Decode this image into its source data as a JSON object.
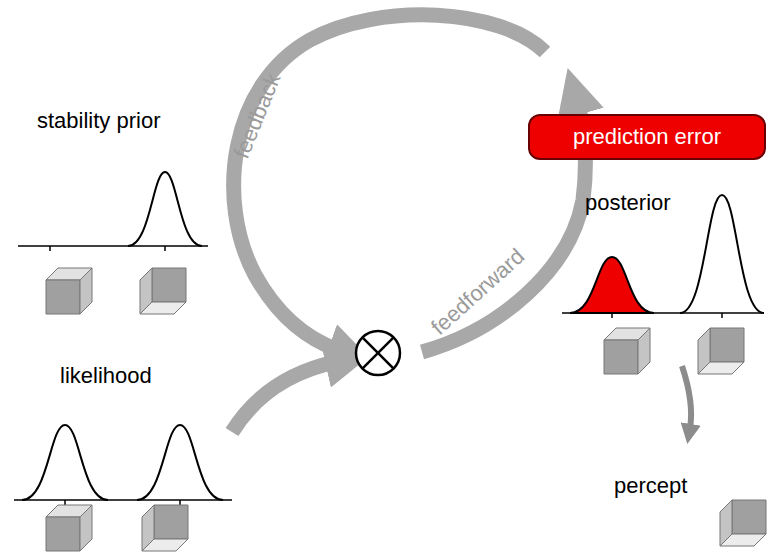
{
  "diagram": {
    "nodes": [
      {
        "text": [
          "prediction error"
        ]
      }
    ],
    "edges": [],
    "labels": [
      "stability prior",
      "feedback",
      "likelihood",
      "feedforward",
      "posterior",
      "percept"
    ]
  }
}
